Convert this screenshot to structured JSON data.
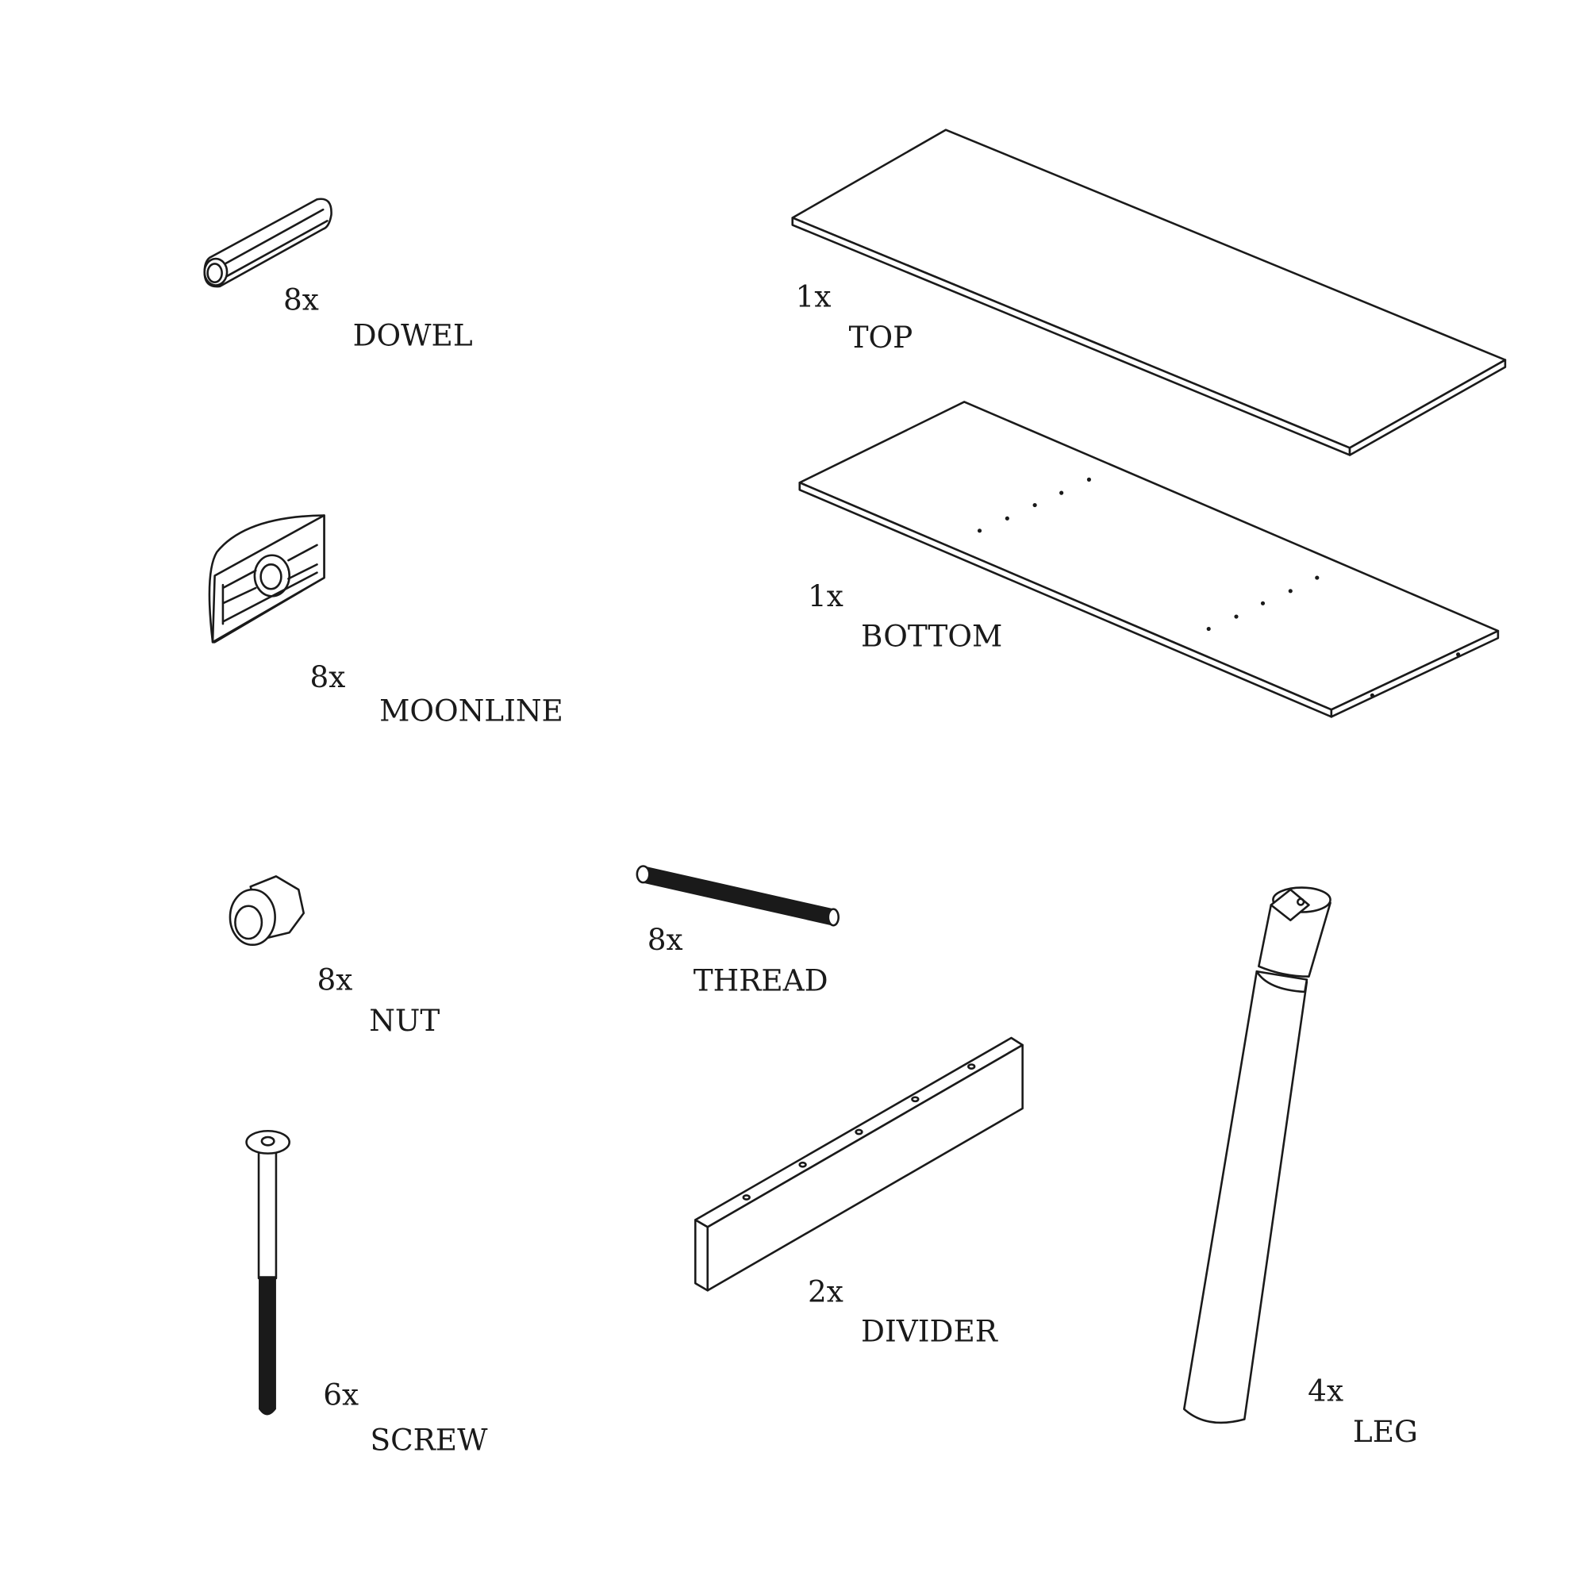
{
  "parts": [
    {
      "qty": "8x",
      "name": "DOWEL",
      "icon": "dowel-icon"
    },
    {
      "qty": "1x",
      "name": "TOP",
      "icon": "top-panel-icon"
    },
    {
      "qty": "8x",
      "name": "MOONLINE",
      "icon": "moonline-icon"
    },
    {
      "qty": "1x",
      "name": "BOTTOM",
      "icon": "bottom-panel-icon"
    },
    {
      "qty": "8x",
      "name": "NUT",
      "icon": "nut-icon"
    },
    {
      "qty": "8x",
      "name": "THREAD",
      "icon": "thread-rod-icon"
    },
    {
      "qty": "6x",
      "name": "SCREW",
      "icon": "screw-icon"
    },
    {
      "qty": "2x",
      "name": "DIVIDER",
      "icon": "divider-icon"
    },
    {
      "qty": "4x",
      "name": "LEG",
      "icon": "leg-icon"
    }
  ]
}
